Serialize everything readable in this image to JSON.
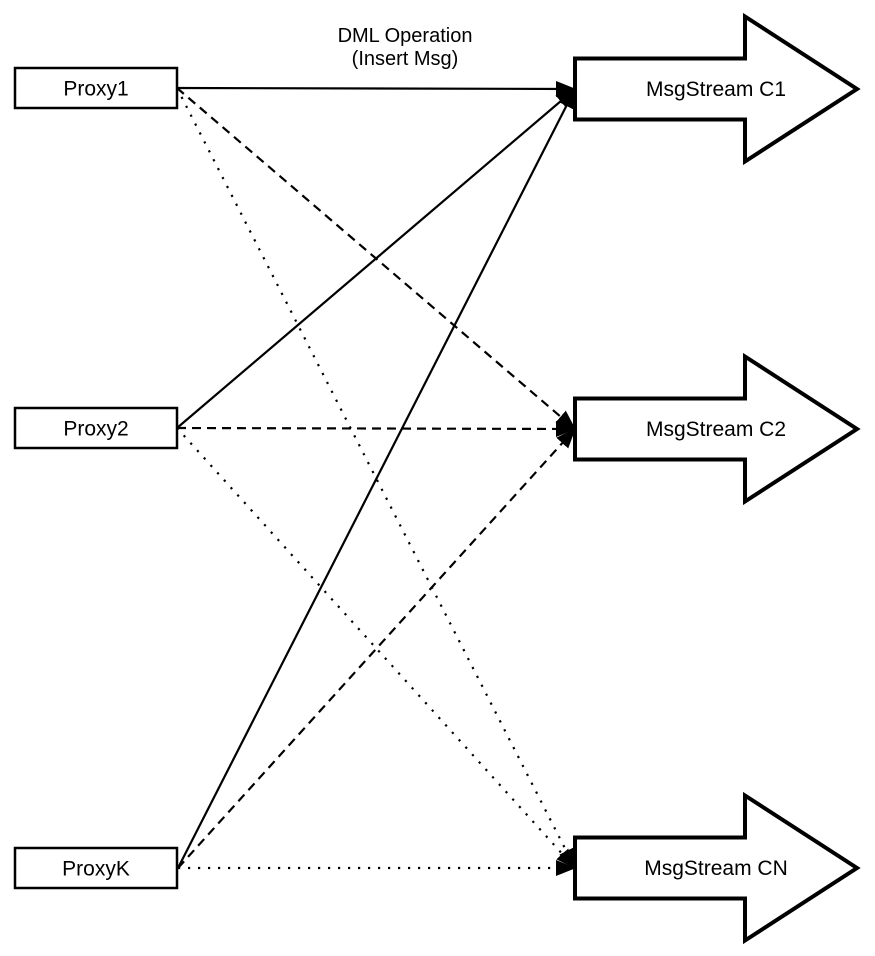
{
  "colors": {
    "stroke": "#000000",
    "fill": "#ffffff"
  },
  "annotation": {
    "line1": "DML Operation",
    "line2": "(Insert Msg)"
  },
  "proxies": [
    {
      "label": "Proxy1"
    },
    {
      "label": "Proxy2"
    },
    {
      "label": "ProxyK"
    }
  ],
  "streams": [
    {
      "label": "MsgStream C1"
    },
    {
      "label": "MsgStream C2"
    },
    {
      "label": "MsgStream CN"
    }
  ],
  "connections": [
    {
      "from": "Proxy1",
      "to": "MsgStream C1",
      "style": "solid"
    },
    {
      "from": "Proxy2",
      "to": "MsgStream C1",
      "style": "solid"
    },
    {
      "from": "ProxyK",
      "to": "MsgStream C1",
      "style": "solid"
    },
    {
      "from": "Proxy1",
      "to": "MsgStream C2",
      "style": "dashed"
    },
    {
      "from": "Proxy2",
      "to": "MsgStream C2",
      "style": "dashed"
    },
    {
      "from": "ProxyK",
      "to": "MsgStream C2",
      "style": "dashed"
    },
    {
      "from": "Proxy1",
      "to": "MsgStream CN",
      "style": "dotted"
    },
    {
      "from": "Proxy2",
      "to": "MsgStream CN",
      "style": "dotted"
    },
    {
      "from": "ProxyK",
      "to": "MsgStream CN",
      "style": "dotted"
    }
  ]
}
